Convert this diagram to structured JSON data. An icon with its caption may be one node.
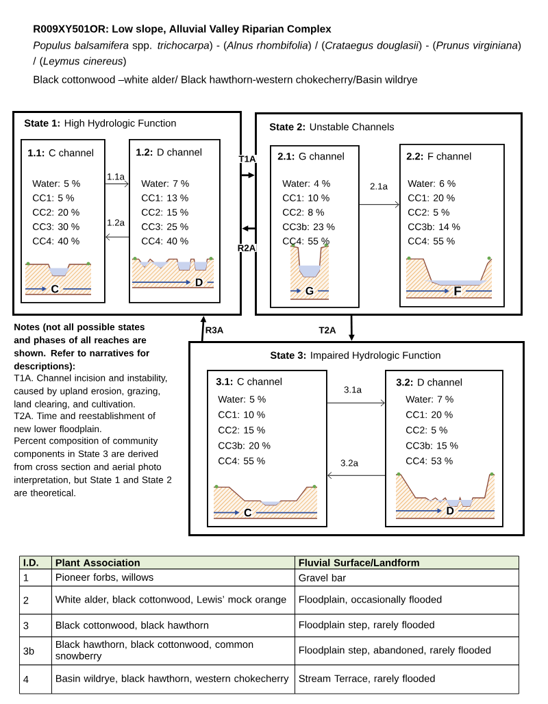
{
  "diagram": {
    "title": "R009XY501OR: Low slope, Alluvial Valley Riparian Complex",
    "nodes": [
      {
        "text": [
          "**State 1:** High Hydrologic Function"
        ]
      },
      {
        "text": [
          "**1.1:** C channel",
          "Water: 5 %",
          "CC1: 5 %",
          "CC2: 20 %",
          "CC3: 30 %",
          "CC4: 40 %",
          "C"
        ],
        "in": 0
      },
      {
        "text": [
          "**1.2:** D channel",
          "Water: 7 %",
          "CC1: 13 %",
          "CC2: 15 %",
          "CC3: 25 %",
          "CC4: 40 %",
          "D"
        ],
        "in": 0
      },
      {
        "text": [
          "**State 2:** Unstable Channels"
        ]
      },
      {
        "text": [
          "**2.1:** G channel",
          "Water: 4 %",
          "CC1: 10 %",
          "CC2: 8 %",
          "CC3b: 23 %",
          "CC4: 55 %",
          "G"
        ],
        "in": 3
      },
      {
        "text": [
          "**2.2:** F channel",
          "Water: 6 %",
          "CC1: 20 %",
          "CC2: 5 %",
          "CC3b: 14 %",
          "CC4: 55 %",
          "F"
        ],
        "in": 3
      },
      {
        "text": [
          "**State 3:** Impaired Hydrologic Function"
        ]
      },
      {
        "text": [
          "**3.1:** C channel",
          "Water: 5 %",
          "CC1: 10 %",
          "CC2: 15 %",
          "CC3b: 20 %",
          "CC4: 55 %",
          "C"
        ],
        "in": 6
      },
      {
        "text": [
          "**3.2:** D channel",
          "Water: 7 %",
          "CC1: 20 %",
          "CC2: 5 %",
          "CC3b: 15 %",
          "CC4: 53 %",
          "D"
        ],
        "in": 6
      }
    ],
    "edges": [
      {
        "from": 1,
        "to": 2,
        "arrow": "to",
        "label": "1.1a"
      },
      {
        "from": 2,
        "to": 1,
        "arrow": "to",
        "label": "1.2a"
      },
      {
        "from": 0,
        "to": 3,
        "arrow": "to",
        "label": "T1A",
        "style": "thick"
      },
      {
        "from": 3,
        "to": 0,
        "arrow": "to",
        "label": "R2A",
        "style": "thick"
      },
      {
        "from": 4,
        "to": 5,
        "arrow": "to",
        "label": "2.1a"
      },
      {
        "from": 3,
        "to": 6,
        "arrow": "to",
        "label": "T2A",
        "style": "thick"
      },
      {
        "from": 6,
        "to": 0,
        "arrow": "to",
        "label": "R3A",
        "style": "thick"
      },
      {
        "from": 7,
        "to": 8,
        "arrow": "to",
        "label": "3.1a"
      },
      {
        "from": 8,
        "to": 7,
        "arrow": "to",
        "label": "3.2a"
      }
    ],
    "labels": [
      "*Populus balsamifera* spp. *trichocarpa*) - (*Alnus rhombifolia*) / (*Crataegus douglasii*) - (*Prunus virginiana*) / (*Leymus cinereus*)",
      "Black cottonwood –white alder/ Black hawthorn-western chokecherry/Basin wildrye",
      "Notes (not all possible states and phases of all reaches are shown. Refer to narratives for descriptions):",
      "T1A. Channel incision and instability, caused by upland erosion, grazing, land clearing, and cultivation.",
      "T2A. Time and reestablishment of new lower floodplain.",
      "Percent composition of community components in State 3 are derived from cross section and aerial photo interpretation, but State 1 and State 2 are theoretical.",
      "I.D.",
      "Plant Association",
      "Fluvial Surface/Landform",
      "1",
      "Pioneer forbs, willows",
      "Gravel bar",
      "2",
      "White alder, black cottonwood, Lewis’ mock orange",
      "Floodplain, occasionally flooded",
      "3",
      "Black cottonwood, black hawthorn",
      "Floodplain step, rarely flooded",
      "3b",
      "Black hawthorn, black cottonwood, common snowberry",
      "Floodplain step, abandoned, rarely flooded",
      "4",
      "Basin wildrye, black hawthorn, western chokecherry",
      "Stream Terrace, rarely flooded"
    ]
  }
}
